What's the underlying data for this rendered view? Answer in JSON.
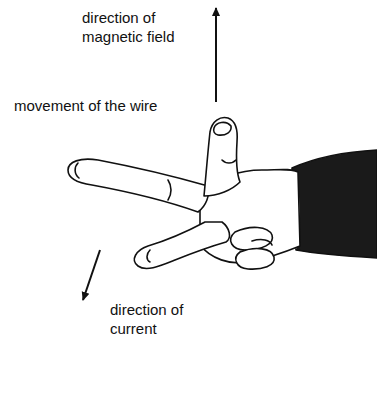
{
  "diagram": {
    "labels": [
      "direction of magnetic field",
      "movement of the wire",
      "direction of current"
    ]
  }
}
